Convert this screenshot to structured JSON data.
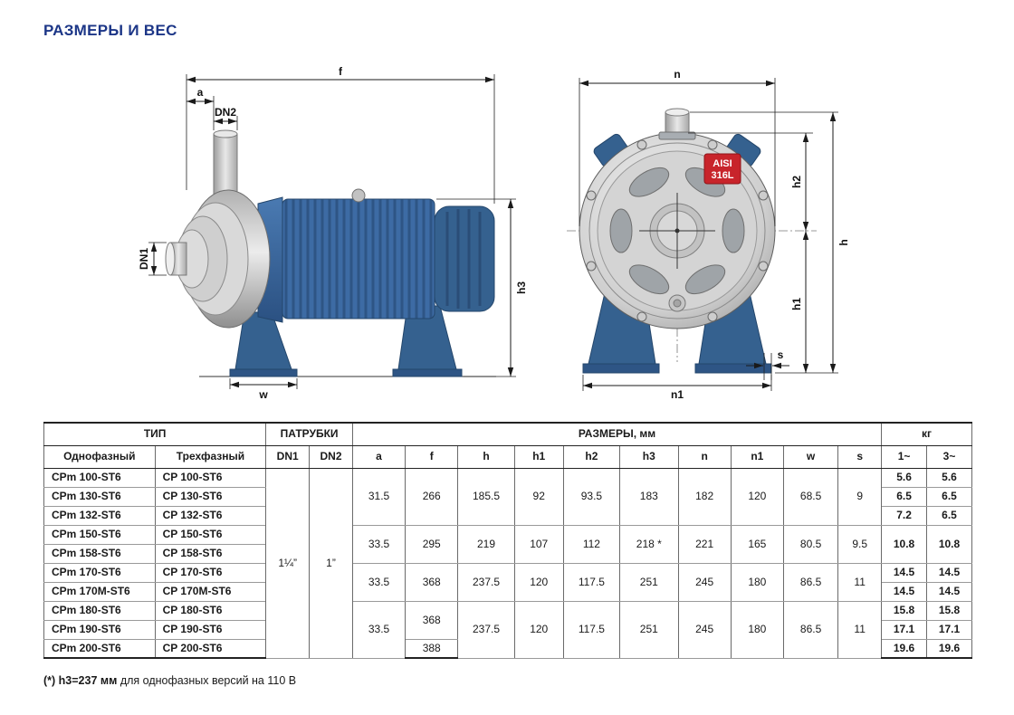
{
  "page": {
    "title": "РАЗМЕРЫ И ВЕС",
    "footnote_bold": "(*) h3=237 мм",
    "footnote_rest": " для однофазных версий на 110 В"
  },
  "colors": {
    "title_blue": "#1c3687",
    "pump_blue": "#3d6ba4",
    "pump_blue_dark": "#2e5585",
    "steel_light": "#e8e8e8",
    "badge_red": "#c8242b"
  },
  "drawings": {
    "side_view": {
      "labels": {
        "f": "f",
        "a": "a",
        "dn2": "DN2",
        "dn1": "DN1",
        "h3": "h3",
        "w": "w"
      }
    },
    "front_view": {
      "labels": {
        "n": "n",
        "h2": "h2",
        "h": "h",
        "h1": "h1",
        "n1": "n1",
        "s": "s"
      },
      "badge_line1": "AISI",
      "badge_line2": "316L"
    }
  },
  "table": {
    "headers": {
      "type_group": "ТИП",
      "ports_group": "ПАТРУБКИ",
      "dims_group": "РАЗМЕРЫ, мм",
      "weight_group": "кг",
      "single_phase": "Однофазный",
      "three_phase": "Трехфазный",
      "dn1": "DN1",
      "dn2": "DN2",
      "a": "a",
      "f": "f",
      "h": "h",
      "h1": "h1",
      "h2": "h2",
      "h3": "h3",
      "n": "n",
      "n1": "n1",
      "w": "w",
      "s": "s",
      "kg1": "1~",
      "kg3": "3~"
    },
    "dn1_value": "1¼”",
    "dn2_value": "1”",
    "rows": [
      {
        "single": "CPm 100-ST6",
        "three": "CP 100-ST6",
        "kg1": "5.6",
        "kg3": "5.6"
      },
      {
        "single": "CPm 130-ST6",
        "three": "CP 130-ST6",
        "kg1": "6.5",
        "kg3": "6.5"
      },
      {
        "single": "CPm 132-ST6",
        "three": "CP 132-ST6",
        "kg1": "7.2",
        "kg3": "6.5"
      },
      {
        "single": "CPm 150-ST6",
        "three": "CP 150-ST6",
        "kg1": "10.8",
        "kg3": "10.8"
      },
      {
        "single": "CPm 158-ST6",
        "three": "CP 158-ST6"
      },
      {
        "single": "CPm 170-ST6",
        "three": "CP 170-ST6",
        "kg1": "14.5",
        "kg3": "14.5"
      },
      {
        "single": "CPm 170M-ST6",
        "three": "CP 170M-ST6",
        "kg1": "14.5",
        "kg3": "14.5"
      },
      {
        "single": "CPm 180-ST6",
        "three": "CP 180-ST6",
        "kg1": "15.8",
        "kg3": "15.8"
      },
      {
        "single": "CPm 190-ST6",
        "three": "CP 190-ST6",
        "kg1": "17.1",
        "kg3": "17.1"
      },
      {
        "single": "CPm 200-ST6",
        "three": "CP 200-ST6",
        "kg1": "19.6",
        "kg3": "19.6"
      }
    ],
    "groups": [
      {
        "a": "31.5",
        "f": "266",
        "h": "185.5",
        "h1": "92",
        "h2": "93.5",
        "h3": "183",
        "n": "182",
        "n1": "120",
        "w": "68.5",
        "s": "9"
      },
      {
        "a": "33.5",
        "f": "295",
        "h": "219",
        "h1": "107",
        "h2": "112",
        "h3": "218 *",
        "n": "221",
        "n1": "165",
        "w": "80.5",
        "s": "9.5"
      },
      {
        "a": "33.5",
        "f": "368",
        "h": "237.5",
        "h1": "120",
        "h2": "117.5",
        "h3": "251",
        "n": "245",
        "n1": "180",
        "w": "86.5",
        "s": "11"
      },
      {
        "a": "33.5",
        "f": "368",
        "f_alt": "388",
        "h": "237.5",
        "h1": "120",
        "h2": "117.5",
        "h3": "251",
        "n": "245",
        "n1": "180",
        "w": "86.5",
        "s": "11"
      }
    ]
  }
}
